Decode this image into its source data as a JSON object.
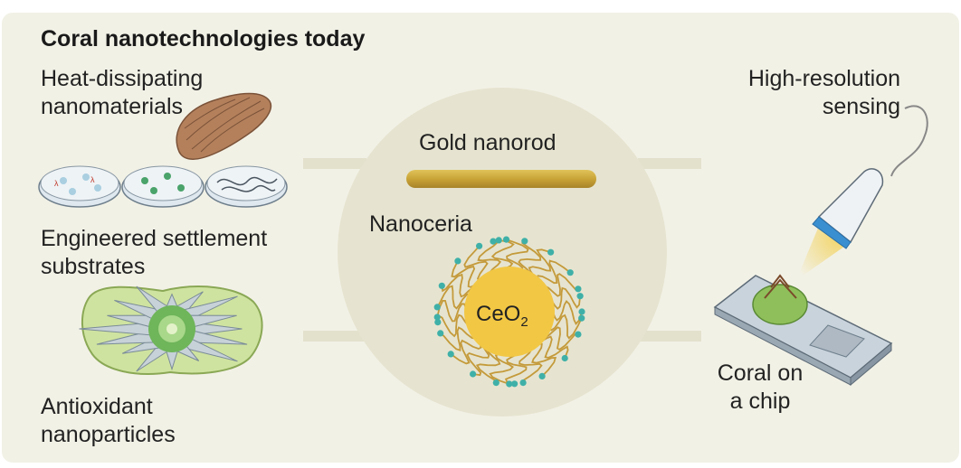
{
  "title": "Coral nanotechnologies today",
  "labels": {
    "heat": "Heat-dissipating\nnanomaterials",
    "engineered": "Engineered settlement\nsubstrates",
    "antioxidant": "Antioxidant\nnanoparticles",
    "sensing": "High-resolution\nsensing",
    "chip": "Coral on\na chip",
    "gold": "Gold nanorod",
    "nanoceria": "Nanoceria",
    "ceo2_base": "CeO",
    "ceo2_sub": "2"
  },
  "colors": {
    "panel": "#f2f1e6",
    "circle": "#e6e4d0",
    "connector": "#e3e1cc",
    "gold": "#c9a437",
    "ceria": "#f2c744",
    "ligand": "#c49a3a",
    "ligand_tip": "#3fb0a8",
    "coral_green": "#8fbf5a",
    "probe_blue": "#3a8fd0"
  }
}
